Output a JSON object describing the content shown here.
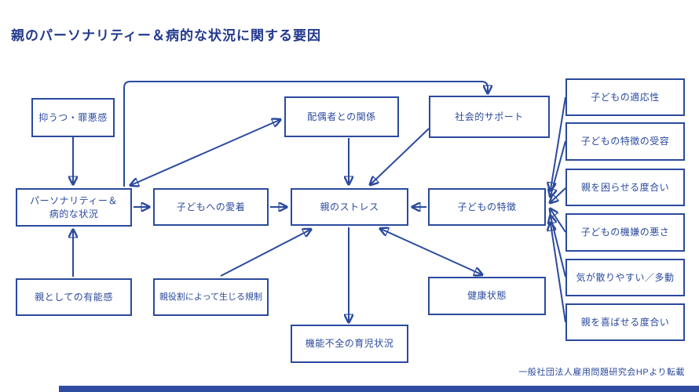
{
  "title": "親のパーソナリティー＆病的な状況に関する要因",
  "credit": "一般社団法人雇用問題研究会HPより転載",
  "colors": {
    "primary_blue": "#2b4a9e",
    "title_blue": "#23398c",
    "footer_bar_blue": "#2e4da0",
    "background": "#ffffff"
  },
  "boxes": {
    "depression": "抑うつ・罪悪感",
    "spouse": "配偶者との関係",
    "social_support": "社会的サポート",
    "personality": "パーソナリティー＆\n病的な状況",
    "attachment": "子どもへの愛着",
    "stress": "親のストレス",
    "child_traits": "子どもの特徴",
    "competence": "親としての有能感",
    "role_restriction": "親役割によって生じる規制",
    "health": "健康状態",
    "dysfunction": "機能不全の育児状況",
    "adaptability": "子どもの適応性",
    "acceptance": "子どもの特徴の受容",
    "bother": "親を困らせる度合い",
    "mood": "子どもの機嫌の悪さ",
    "distractible": "気が散りやすい／多動",
    "please": "親を喜ばせる度合い"
  },
  "arrows": [
    {
      "from": "depression",
      "to": "personality",
      "bidirectional": false
    },
    {
      "from": "competence",
      "to": "personality",
      "bidirectional": false
    },
    {
      "from": "personality",
      "to": "attachment",
      "bidirectional": false
    },
    {
      "from": "attachment",
      "to": "stress",
      "bidirectional": false
    },
    {
      "from": "child_traits",
      "to": "stress",
      "bidirectional": false
    },
    {
      "from": "spouse",
      "to": "stress",
      "bidirectional": false
    },
    {
      "from": "personality",
      "to": "spouse",
      "bidirectional": true
    },
    {
      "from": "personality",
      "to": "social_support",
      "bidirectional": false
    },
    {
      "from": "social_support",
      "to": "stress",
      "bidirectional": false
    },
    {
      "from": "stress",
      "to": "health",
      "bidirectional": true
    },
    {
      "from": "role_restriction",
      "to": "stress",
      "bidirectional": false
    },
    {
      "from": "stress",
      "to": "dysfunction",
      "bidirectional": false
    },
    {
      "from": "adaptability",
      "to": "child_traits",
      "bidirectional": false
    },
    {
      "from": "acceptance",
      "to": "child_traits",
      "bidirectional": false
    },
    {
      "from": "bother",
      "to": "child_traits",
      "bidirectional": false
    },
    {
      "from": "mood",
      "to": "child_traits",
      "bidirectional": false
    },
    {
      "from": "distractible",
      "to": "child_traits",
      "bidirectional": false
    },
    {
      "from": "please",
      "to": "child_traits",
      "bidirectional": false
    }
  ]
}
